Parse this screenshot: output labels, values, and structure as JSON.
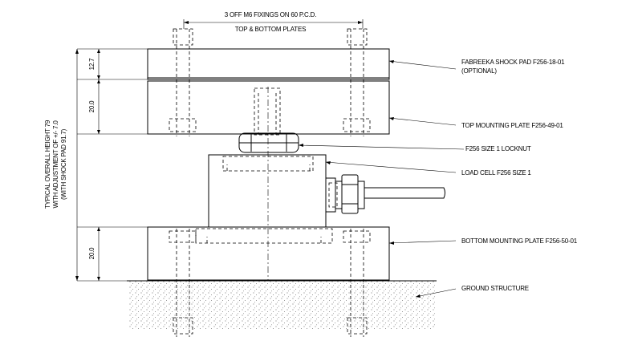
{
  "dimensions": {
    "pcd_note": "3 OFF M6 FIXINGS ON 60 P.C.D.",
    "plates_note": "TOP & BOTTOM PLATES",
    "shock_pad_height": "12.7",
    "top_plate_height": "20.0",
    "bottom_plate_height": "20.0",
    "overall_height_line1": "TYPICAL OVERALL HEIGHT 79",
    "overall_height_line2": "WITH ADJUSTMENT OF +/- 7.0",
    "overall_height_line3": "(WITH SHOCK PAD 91.7)"
  },
  "labels": {
    "shock_pad": "FABREEKA SHOCK PAD F256-18-01",
    "shock_pad_optional": "(OPTIONAL)",
    "top_plate": "TOP MOUNTING PLATE F256-49-01",
    "locknut": "F256 SIZE 1 LOCKNUT",
    "load_cell": "LOAD CELL F256 SIZE 1",
    "bottom_plate": "BOTTOM MOUNTING PLATE F256-50-01",
    "ground": "GROUND STRUCTURE"
  }
}
